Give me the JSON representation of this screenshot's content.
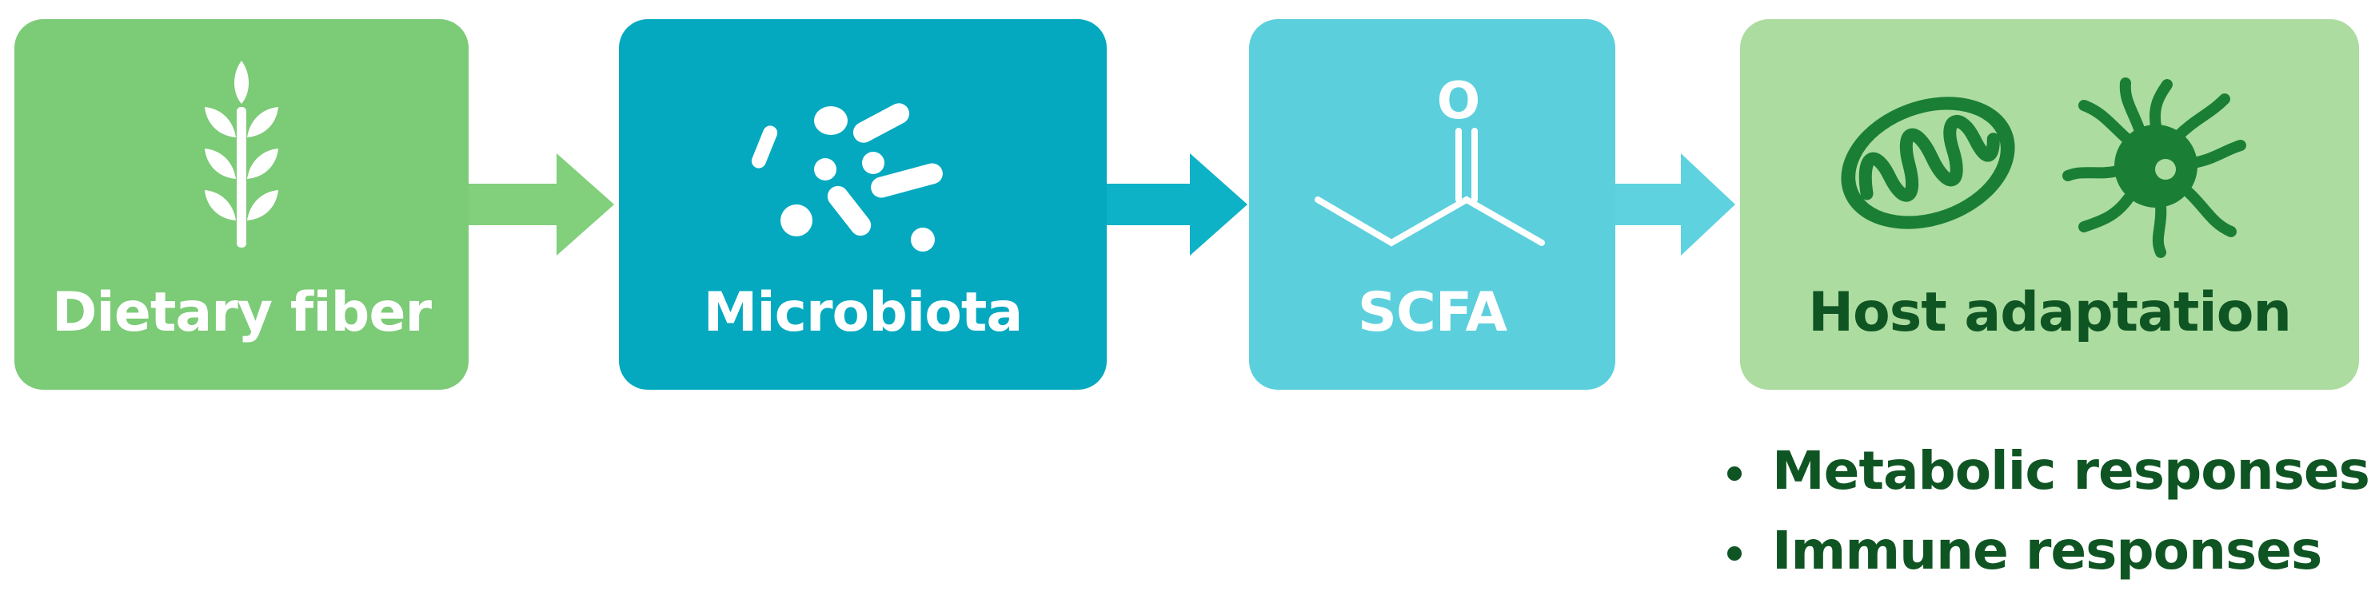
{
  "colors": {
    "fiber_box": "#7ccb77",
    "fiber_arrow": "#82cf7c",
    "microbiota_box": "#04a9bf",
    "microbiota_arrow": "#0eb2c7",
    "scfa_box": "#5ccfdd",
    "scfa_arrow": "#5fd2e0",
    "host_box": "#acdca0",
    "dark_green": "#0f5523",
    "icon_green": "#1a7f34",
    "white": "#ffffff"
  },
  "steps": [
    {
      "label": "Dietary fiber",
      "icon": "wheat-icon"
    },
    {
      "label": "Microbiota",
      "icon": "bacteria-icon"
    },
    {
      "label": "SCFA",
      "icon": "scfa-molecule-icon"
    },
    {
      "label": "Host adaptation",
      "icon": "mitochondria-icon"
    }
  ],
  "scfa_atom_label": "O",
  "outcomes": [
    "Metabolic responses",
    "Immune responses"
  ]
}
